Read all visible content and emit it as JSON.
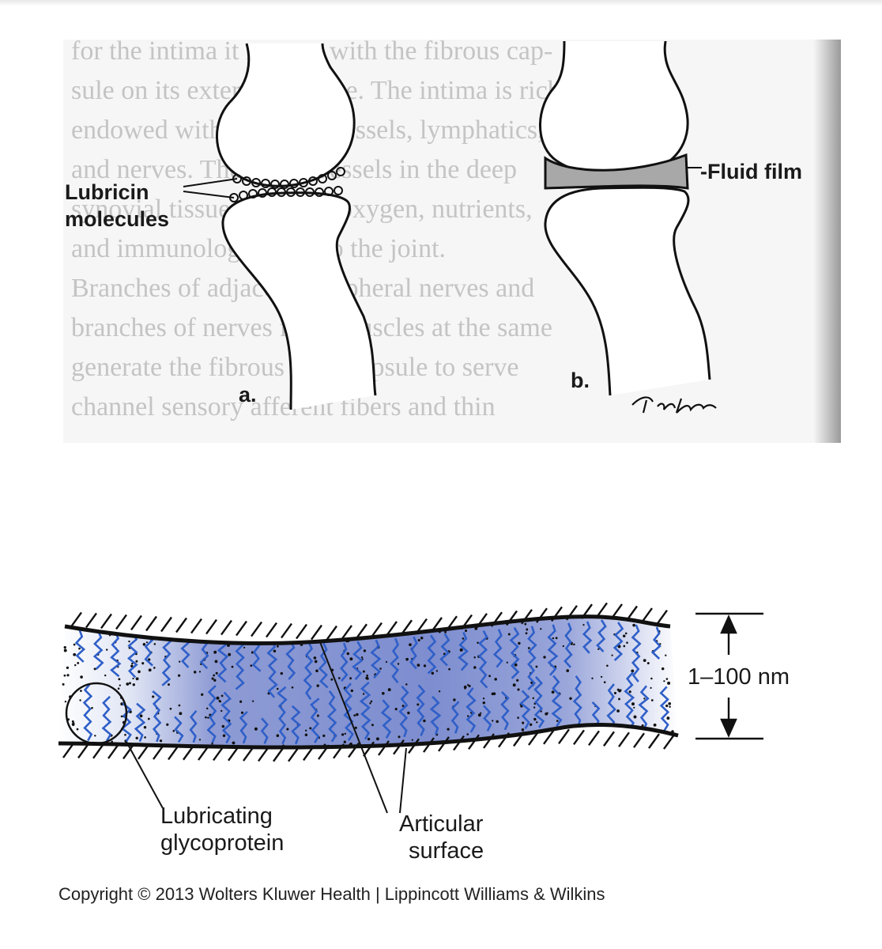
{
  "figure_top": {
    "label_lubricin_line1": "Lubricin",
    "label_lubricin_line2": "molecules",
    "label_fluid_film": "-Fluid film",
    "panel_a": "a.",
    "panel_b": "b.",
    "signature": "Tim Malone"
  },
  "figure_bottom": {
    "gap_label": "1–100 nm",
    "label_glycoprotein_line1": "Lubricating",
    "label_glycoprotein_line2": "glycoprotein",
    "label_surface_line1": "Articular",
    "label_surface_line2": "surface"
  },
  "copyright": "Copyright © 2013 Wolters Kluwer Health | Lippincott Williams & Wilkins",
  "colors": {
    "ink": "#111111",
    "glycoprotein_blue": "#2f5fc8",
    "film_blue": "#7f8fcf",
    "fluid_gray": "#a8a8a8",
    "page_bg_text": "#b9b9b9"
  }
}
